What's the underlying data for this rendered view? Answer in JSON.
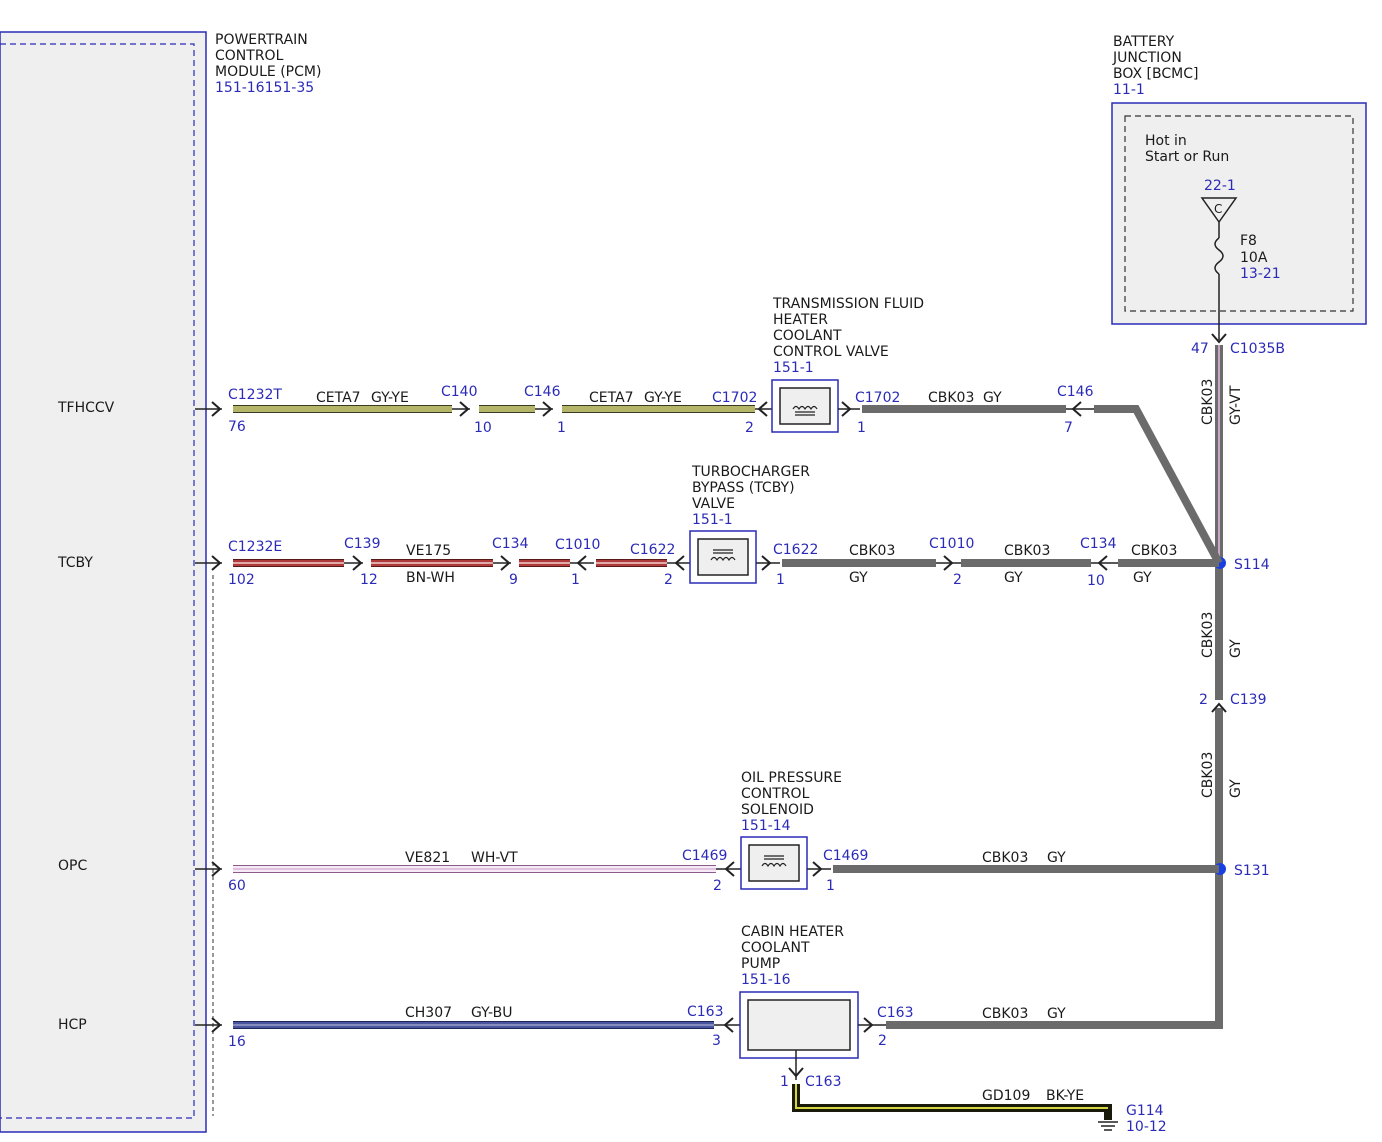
{
  "pcm": {
    "title": [
      "POWERTRAIN",
      "CONTROL",
      "MODULE (PCM)"
    ],
    "ref": "151-16151-35",
    "pins": [
      "TFHCCV",
      "TCBY",
      "OPC",
      "HCP"
    ]
  },
  "bjb": {
    "title": [
      "BATTERY",
      "JUNCTION",
      "BOX [BCMC]"
    ],
    "ref": "11-1",
    "hot_note": [
      "Hot in",
      "Start or Run"
    ],
    "bus_ref": "22-1",
    "bus_letter": "C",
    "fuse": "F8",
    "fuse_rating": "10A",
    "fuse_ref": "13-21",
    "out_pin": "47",
    "out_conn": "C1035B"
  },
  "components": {
    "tfhccv": {
      "title": [
        "TRANSMISSION FLUID",
        "HEATER",
        "COOLANT",
        "CONTROL VALVE"
      ],
      "ref": "151-1"
    },
    "tcby": {
      "title": [
        "TURBOCHARGER",
        "BYPASS (TCBY)",
        "VALVE"
      ],
      "ref": "151-1"
    },
    "opc": {
      "title": [
        "OIL PRESSURE",
        "CONTROL",
        "SOLENOID"
      ],
      "ref": "151-14"
    },
    "hcp": {
      "title": [
        "CABIN HEATER",
        "COOLANT",
        "PUMP"
      ],
      "ref": "151-16"
    }
  },
  "row1": {
    "pcm_conn": "C1232T",
    "pcm_pin": "76",
    "circuit": "CETA7",
    "color": "GY-YE",
    "c140": "C140",
    "c140_pin": "10",
    "c146": "C146",
    "c146_pin": "1",
    "circuit2": "CETA7",
    "color2": "GY-YE",
    "comp_conn_l": "C1702",
    "comp_pin_l": "2",
    "comp_conn_r": "C1702",
    "comp_pin_r": "1",
    "circuit3": "CBK03",
    "color3": "GY",
    "c146b": "C146",
    "c146b_pin": "7"
  },
  "row2": {
    "pcm_conn": "C1232E",
    "pcm_pin": "102",
    "c139": "C139",
    "c139_pin": "12",
    "circuit": "VE175",
    "color": "BN-WH",
    "c134": "C134",
    "c134_pin": "9",
    "c1010": "C1010",
    "c1010_pin": "1",
    "comp_conn_l": "C1622",
    "comp_pin_l": "2",
    "comp_conn_r": "C1622",
    "comp_pin_r": "1",
    "circuit3": "CBK03",
    "color3": "GY",
    "c1010b": "C1010",
    "c1010b_pin": "2",
    "circuit4": "CBK03",
    "color4": "GY",
    "c134b": "C134",
    "c134b_pin": "10",
    "circuit5": "CBK03",
    "color5": "GY"
  },
  "row3": {
    "pcm_pin": "60",
    "circuit": "VE821",
    "color": "WH-VT",
    "comp_conn_l": "C1469",
    "comp_pin_l": "2",
    "comp_conn_r": "C1469",
    "comp_pin_r": "1",
    "circuit3": "CBK03",
    "color3": "GY"
  },
  "row4": {
    "pcm_pin": "16",
    "circuit": "CH307",
    "color": "GY-BU",
    "comp_conn_l": "C163",
    "comp_pin_l": "3",
    "comp_conn_r": "C163",
    "comp_pin_r": "2",
    "circuit3": "CBK03",
    "color3": "GY",
    "gnd_pin": "1",
    "gnd_conn": "C163",
    "gnd_circuit": "GD109",
    "gnd_color": "BK-YE",
    "ground": "G114",
    "ground_ref": "10-12"
  },
  "vertical": {
    "top_circuit": "CBK03",
    "top_color": "GY-VT",
    "mid_circuit": "CBK03",
    "mid_color": "GY",
    "low_circuit": "CBK03",
    "low_color": "GY",
    "splice1": "S114",
    "splice2": "S131",
    "c139": "C139",
    "c139_pin": "2"
  },
  "colors": {
    "blue": "#2b2bb8",
    "gy": "#6b6b6b",
    "gy_ye": "#b5b56a",
    "bn_wh": "#b03a3a",
    "wh_vt": "#e6cfe6",
    "gy_bu": "#4a55a0",
    "bk_ye": "#2a2a10",
    "gy_vt": "#8a6f8a"
  }
}
